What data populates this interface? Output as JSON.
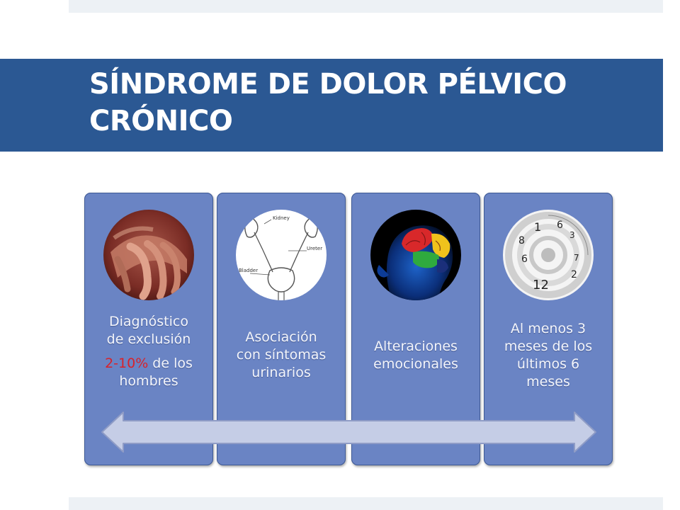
{
  "slide": {
    "title_line1": "SÍNDROME DE DOLOR PÉLVICO",
    "title_line2": "CRÓNICO"
  },
  "panels": [
    {
      "image": "hands-icon",
      "line1": "Diagnóstico",
      "line2": "de exclusión",
      "highlight": "2-10%",
      "line3_rest": " de los",
      "line4": "hombres"
    },
    {
      "image": "urinary-anatomy-icon",
      "line1": "Asociación",
      "line2": "con síntomas",
      "line3": "urinarios",
      "diagram_labels": [
        "Kidney",
        "Ureter",
        "Bladder"
      ]
    },
    {
      "image": "brain-icon",
      "line1": "Alteraciones",
      "line2": "emocionales"
    },
    {
      "image": "clock-spiral-icon",
      "line1": "Al menos 3",
      "line2": "meses de los",
      "line3": "últimos 6",
      "line4": "meses",
      "clock_digits": [
        "1",
        "6",
        "8",
        "3",
        "6",
        "12",
        "2",
        "7"
      ]
    }
  ],
  "colors": {
    "title_bar": "#2b5893",
    "panel": "#6a84c4",
    "highlight": "#d8222a",
    "arrow": "#c5cde6"
  }
}
